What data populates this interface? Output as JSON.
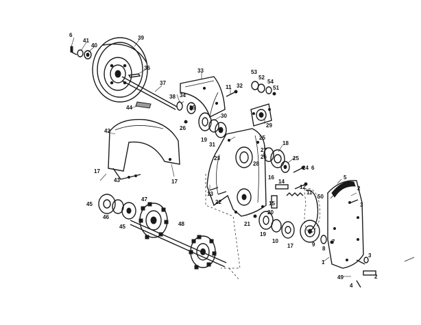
{
  "labels": [
    "6",
    "41",
    "40",
    "39",
    "36",
    "37",
    "33",
    "11",
    "32",
    "53",
    "52",
    "54",
    "51",
    "38",
    "34",
    "35",
    "44",
    "26",
    "29",
    "42",
    "30",
    "19",
    "31",
    "25",
    "18",
    "23",
    "27",
    "28",
    "26",
    "25",
    "24",
    "6",
    "16",
    "17",
    "43",
    "17",
    "13",
    "22",
    "14",
    "12",
    "11",
    "50",
    "5",
    "2",
    "3",
    "21",
    "45",
    "47",
    "46",
    "48",
    "45",
    "15",
    "20",
    "19",
    "10",
    "17",
    "9",
    "8",
    "7",
    "1",
    "3",
    "2",
    "49",
    "4"
  ]
}
